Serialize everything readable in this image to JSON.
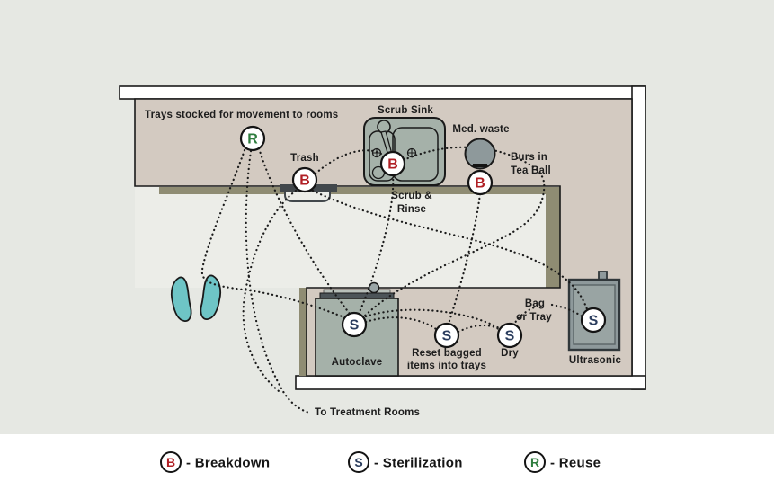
{
  "diagram": {
    "labels": {
      "trays_stocked": "Trays stocked for movement to rooms",
      "scrub_sink": "Scrub Sink",
      "med_waste": "Med. waste",
      "trash": "Trash",
      "burs_line1": "Burs in",
      "burs_line2": "Tea Ball",
      "scrub_rinse_line1": "Scrub &",
      "scrub_rinse_line2": "Rinse",
      "autoclave": "Autoclave",
      "reset_line1": "Reset bagged",
      "reset_line2": "items into trays",
      "dry": "Dry",
      "ultrasonic": "Ultrasonic",
      "bag_line1": "Bag",
      "bag_line2": "or Tray",
      "to_treatment_rooms": "To Treatment Rooms"
    },
    "badges": {
      "breakdown": "B",
      "sterilization": "S",
      "reuse": "R"
    }
  },
  "legend": {
    "items": [
      {
        "symbol": "B",
        "label": "- Breakdown"
      },
      {
        "symbol": "S",
        "label": "- Sterilization"
      },
      {
        "symbol": "R",
        "label": "- Reuse"
      }
    ]
  },
  "colors": {
    "breakdown_red": "#b01f24",
    "sterilization_navy": "#2b3d5e",
    "reuse_green": "#2e7d3e",
    "counter_tan": "#d3cac1",
    "counter_shadow_olive": "#8f8c73",
    "floor": "#ecede8",
    "background": "#e6e8e3",
    "equipment_green_gray": "#a5b1a9",
    "device_gray": "#8e999b",
    "footprint_teal": "#6ec5c6"
  }
}
